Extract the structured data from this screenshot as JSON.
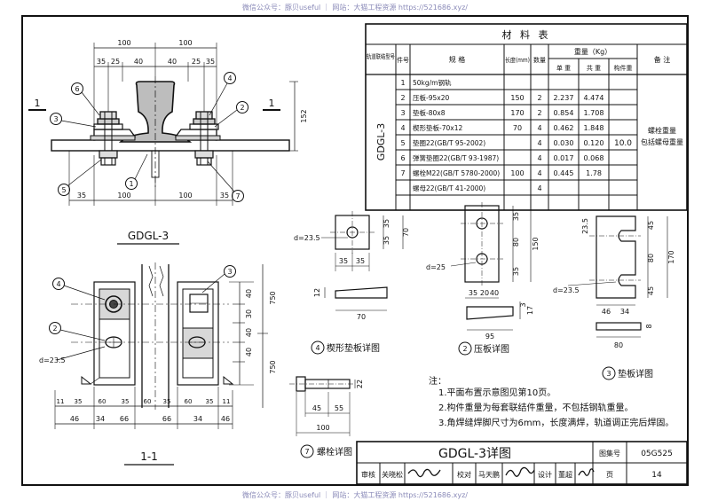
{
  "watermark": {
    "top": "微信公众号：豚贝useful ｜ 网站：大猫工程资源 https://521686.xyz/",
    "bottom": "微信公众号：豚贝useful ｜ 网站：大猫工程资源 https://521686.xyz/"
  },
  "material_table": {
    "title": "材 料 表",
    "headers": {
      "type": "轨道联结型号",
      "item_no": "件号",
      "spec": "规 格",
      "length": "长度(mm)",
      "qty": "数量",
      "weight": "重量（Kg）",
      "unit": "单 重",
      "total": "共 重",
      "member": "构件重",
      "remark": "备 注"
    },
    "group": "GDGL-3",
    "member_weight": "10.0",
    "remark_line1": "螺栓重量",
    "remark_line2": "包括螺母重量",
    "rows": [
      {
        "no": "1",
        "spec": "50kg/m钢轨",
        "len": "",
        "qty": "",
        "unit": "",
        "total": ""
      },
      {
        "no": "2",
        "spec": "压板-95x20",
        "len": "150",
        "qty": "2",
        "unit": "2.237",
        "total": "4.474"
      },
      {
        "no": "3",
        "spec": "垫板-80x8",
        "len": "170",
        "qty": "2",
        "unit": "0.854",
        "total": "1.708"
      },
      {
        "no": "4",
        "spec": "楔形垫板-70x12",
        "len": "70",
        "qty": "4",
        "unit": "0.462",
        "total": "1.848"
      },
      {
        "no": "5",
        "spec": "垫圈22(GB/T 95-2002)",
        "len": "",
        "qty": "4",
        "unit": "0.030",
        "total": "0.120"
      },
      {
        "no": "6",
        "spec": "弹簧垫圈22(GB/T 93-1987)",
        "len": "",
        "qty": "4",
        "unit": "0.017",
        "total": "0.068"
      },
      {
        "no": "7",
        "spec": "螺栓M22(GB/T 5780-2000)",
        "len": "100",
        "qty": "4",
        "unit": "0.445",
        "total": "1.78"
      },
      {
        "no": "",
        "spec": "螺母22(GB/T 41-2000)",
        "len": "",
        "qty": "4",
        "unit": "",
        "total": ""
      }
    ]
  },
  "elevation": {
    "label": "GDGL-3",
    "section_mark": "1",
    "top_dims": {
      "overall": "100",
      "left_half": "100",
      "right_half": "100",
      "parts": [
        "35",
        "25",
        "40",
        "40",
        "25",
        "35"
      ]
    },
    "bottom_dims": {
      "parts": [
        "35",
        "100",
        "100",
        "35"
      ]
    },
    "height_dim": "152",
    "callouts": [
      "6",
      "3",
      "5",
      "1",
      "4",
      "2",
      "7"
    ]
  },
  "section_view": {
    "label": "1-1",
    "hole_note": "d=23.5",
    "callouts": [
      "4",
      "2",
      "3"
    ],
    "right_dims": [
      "40",
      "30",
      "40",
      "40"
    ],
    "right_totals": [
      "750",
      "750"
    ],
    "bottom_dims_row1": [
      "11",
      "35",
      "60",
      "35",
      "60",
      "35",
      "60",
      "35",
      "11"
    ],
    "bottom_dims_row2": [
      "46",
      "34",
      "66",
      "66",
      "34",
      "46"
    ]
  },
  "detail_wedge": {
    "title": "楔形垫板详图",
    "no": "4",
    "hole": "d=23.5",
    "dims": {
      "w1": "35",
      "w2": "35",
      "h1": "35",
      "h2": "35",
      "total_h": "70",
      "thick": "12",
      "len": "70"
    }
  },
  "detail_press": {
    "title": "压板详图",
    "no": "2",
    "hole": "d=25",
    "dims": {
      "h_top": "35",
      "h_mid": "80",
      "h_bot": "35",
      "total_h": "150",
      "w": [
        "35",
        "20",
        "40"
      ],
      "len": "95",
      "t1": "3",
      "t2": "17"
    }
  },
  "detail_pad": {
    "title": "垫板详图",
    "no": "3",
    "hole": "d=23.5",
    "dims": {
      "slot": "23.5",
      "h_top": "45",
      "h_mid": "80",
      "h_bot": "45",
      "total_h": "170",
      "w": [
        "46",
        "34"
      ],
      "len": "80",
      "t": "8"
    }
  },
  "detail_bolt": {
    "title": "螺栓详图",
    "no": "7",
    "dims": {
      "dia": "22",
      "l1": "45",
      "l2": "55",
      "total": "100"
    }
  },
  "notes": {
    "heading": "注：",
    "items": [
      "1.平面布置示意图见第10页。",
      "2.构件重量为每套联结件重量，不包括钢轨重量。",
      "3.角焊缝焊脚尺寸为6mm，长度满焊，轨道调正完后焊固。"
    ]
  },
  "title_block": {
    "title": "GDGL-3详图",
    "atlas_label": "图集号",
    "atlas_no": "05G525",
    "page_label": "页",
    "page_no": "14",
    "review": "审核",
    "reviewer": "关晓松",
    "check": "校对",
    "checker": "马天鹏",
    "design": "设计",
    "designer": "董超"
  }
}
